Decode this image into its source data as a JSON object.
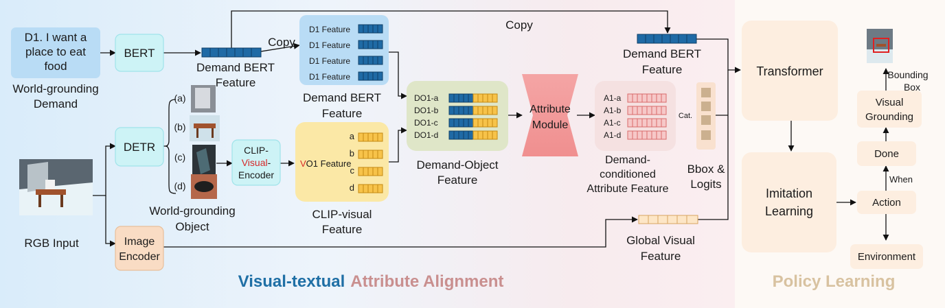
{
  "demand": {
    "instruction_lines": [
      "D1. I want a",
      "place to eat",
      "food"
    ],
    "caption_lines": [
      "World-grounding",
      "Demand"
    ]
  },
  "bert": {
    "label": "BERT"
  },
  "detr": {
    "label": "DETR"
  },
  "demand_bert_feature": {
    "caption_lines": [
      "Demand BERT",
      "Feature"
    ]
  },
  "copy_labels": {
    "near": "Copy",
    "top": "Copy"
  },
  "d1_features": {
    "rows": [
      "D1 Feature",
      "D1 Feature",
      "D1 Feature",
      "D1 Feature"
    ],
    "caption_lines": [
      "Demand BERT",
      "Feature"
    ]
  },
  "objects": {
    "letters": [
      "(a)",
      "(b)",
      "(c)",
      "(d)"
    ],
    "caption_lines": [
      "World-grounding",
      "Object"
    ]
  },
  "rgb": {
    "caption": "RGB Input"
  },
  "image_encoder": {
    "lines": [
      "Image",
      "Encoder"
    ]
  },
  "clip_encoder": {
    "line1": "CLIP-",
    "line2": "Visual",
    "line2_suffix": "-",
    "line3": "Encoder"
  },
  "clip_feature": {
    "vo_label_v": "V",
    "vo_label_rest": "O1 Feature",
    "letters": [
      "a",
      "b",
      "c",
      "d"
    ],
    "caption_lines": [
      "CLIP-visual",
      "Feature"
    ]
  },
  "demand_object": {
    "rows": [
      "DO1-a",
      "DO1-b",
      "DO1-c",
      "DO1-d"
    ],
    "caption_lines": [
      "Demand-Object",
      "Feature"
    ]
  },
  "attribute_module": {
    "lines": [
      "Attribute",
      "Module"
    ]
  },
  "attribute_feature": {
    "rows": [
      "A1-a",
      "A1-b",
      "A1-c",
      "A1-d"
    ],
    "caption_lines": [
      "Demand-",
      "conditioned",
      "Attribute Feature"
    ]
  },
  "cat_label": "Cat.",
  "bbox_logits": {
    "caption_lines": [
      "Bbox &",
      "Logits"
    ]
  },
  "demand_bert_right": {
    "caption_lines": [
      "Demand BERT",
      "Feature"
    ]
  },
  "global_visual": {
    "caption_lines": [
      "Global Visual",
      "Feature"
    ]
  },
  "transformer": {
    "label": "Transformer"
  },
  "imitation": {
    "lines": [
      "Imitation",
      "Learning"
    ]
  },
  "policy_nodes": {
    "bounding_box_lines": [
      "Bounding",
      "Box"
    ],
    "visual_grounding_lines": [
      "Visual",
      "Grounding"
    ],
    "done": "Done",
    "when": "When",
    "action": "Action",
    "environment": "Environment"
  },
  "section_titles": {
    "visual_textual": "Visual-textual",
    "attribute_alignment": "Attribute Alignment",
    "policy_learning": "Policy Learning"
  },
  "colors": {
    "visual_textual": "#1f6fa5",
    "attribute_alignment": "#c98f8f",
    "policy_learning": "#d8c2a0",
    "blue_cell": "#1f6aa5",
    "yellow_cell": "#f7c34a",
    "pink_cell": "#f6c8c8",
    "visual_red": "#d62828"
  }
}
